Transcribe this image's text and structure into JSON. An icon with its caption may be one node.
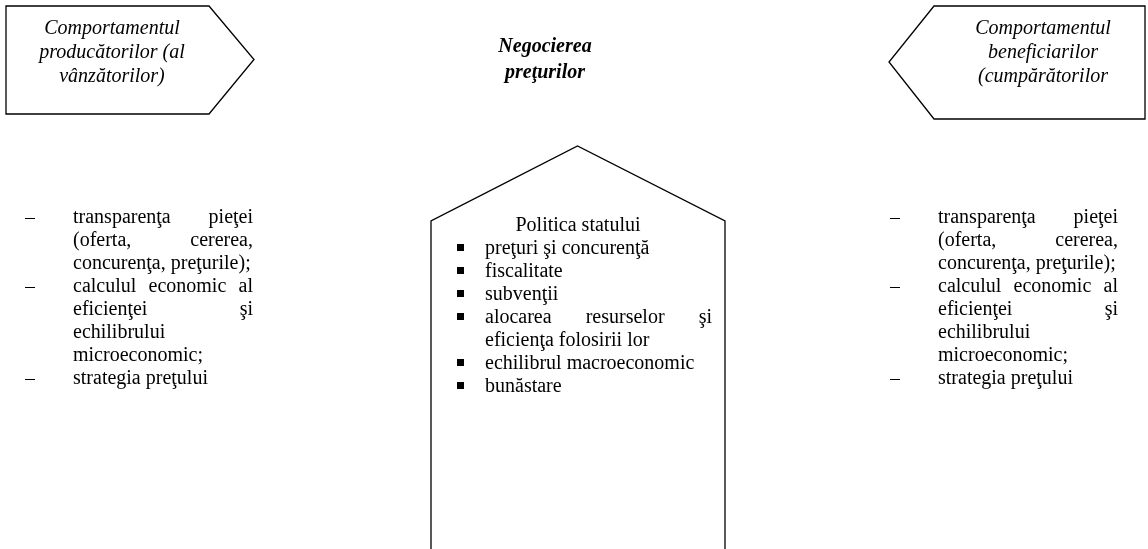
{
  "diagram": {
    "title": "Negocierea preţurilor",
    "nodes": [
      {
        "text": [
          "Comportamentul producătorilor (al vânzătorilor)"
        ]
      },
      {
        "text": [
          "Comportamentul beneficiarilor (cumpărătorilor"
        ]
      },
      {
        "text": [
          "Politica statului",
          "preţuri şi concurenţă",
          "fiscalitate",
          "subvenţii",
          "alocarea resurselor şi eficienţa folosirii lor",
          "echilibrul macroeconomic",
          "bunăstare"
        ]
      }
    ],
    "labels": [
      "transparenţa pieţei (oferta, cererea, concurenţa, preţurile);",
      "calculul economic al eficienţei şi echilibrului microeconomic;",
      "strategia preţului",
      "transparenţa pieţei (oferta, cererea, concurenţa, preţurile);",
      "calculul economic al eficienţei şi echilibrului microeconomic;",
      "strategia preţului"
    ]
  }
}
